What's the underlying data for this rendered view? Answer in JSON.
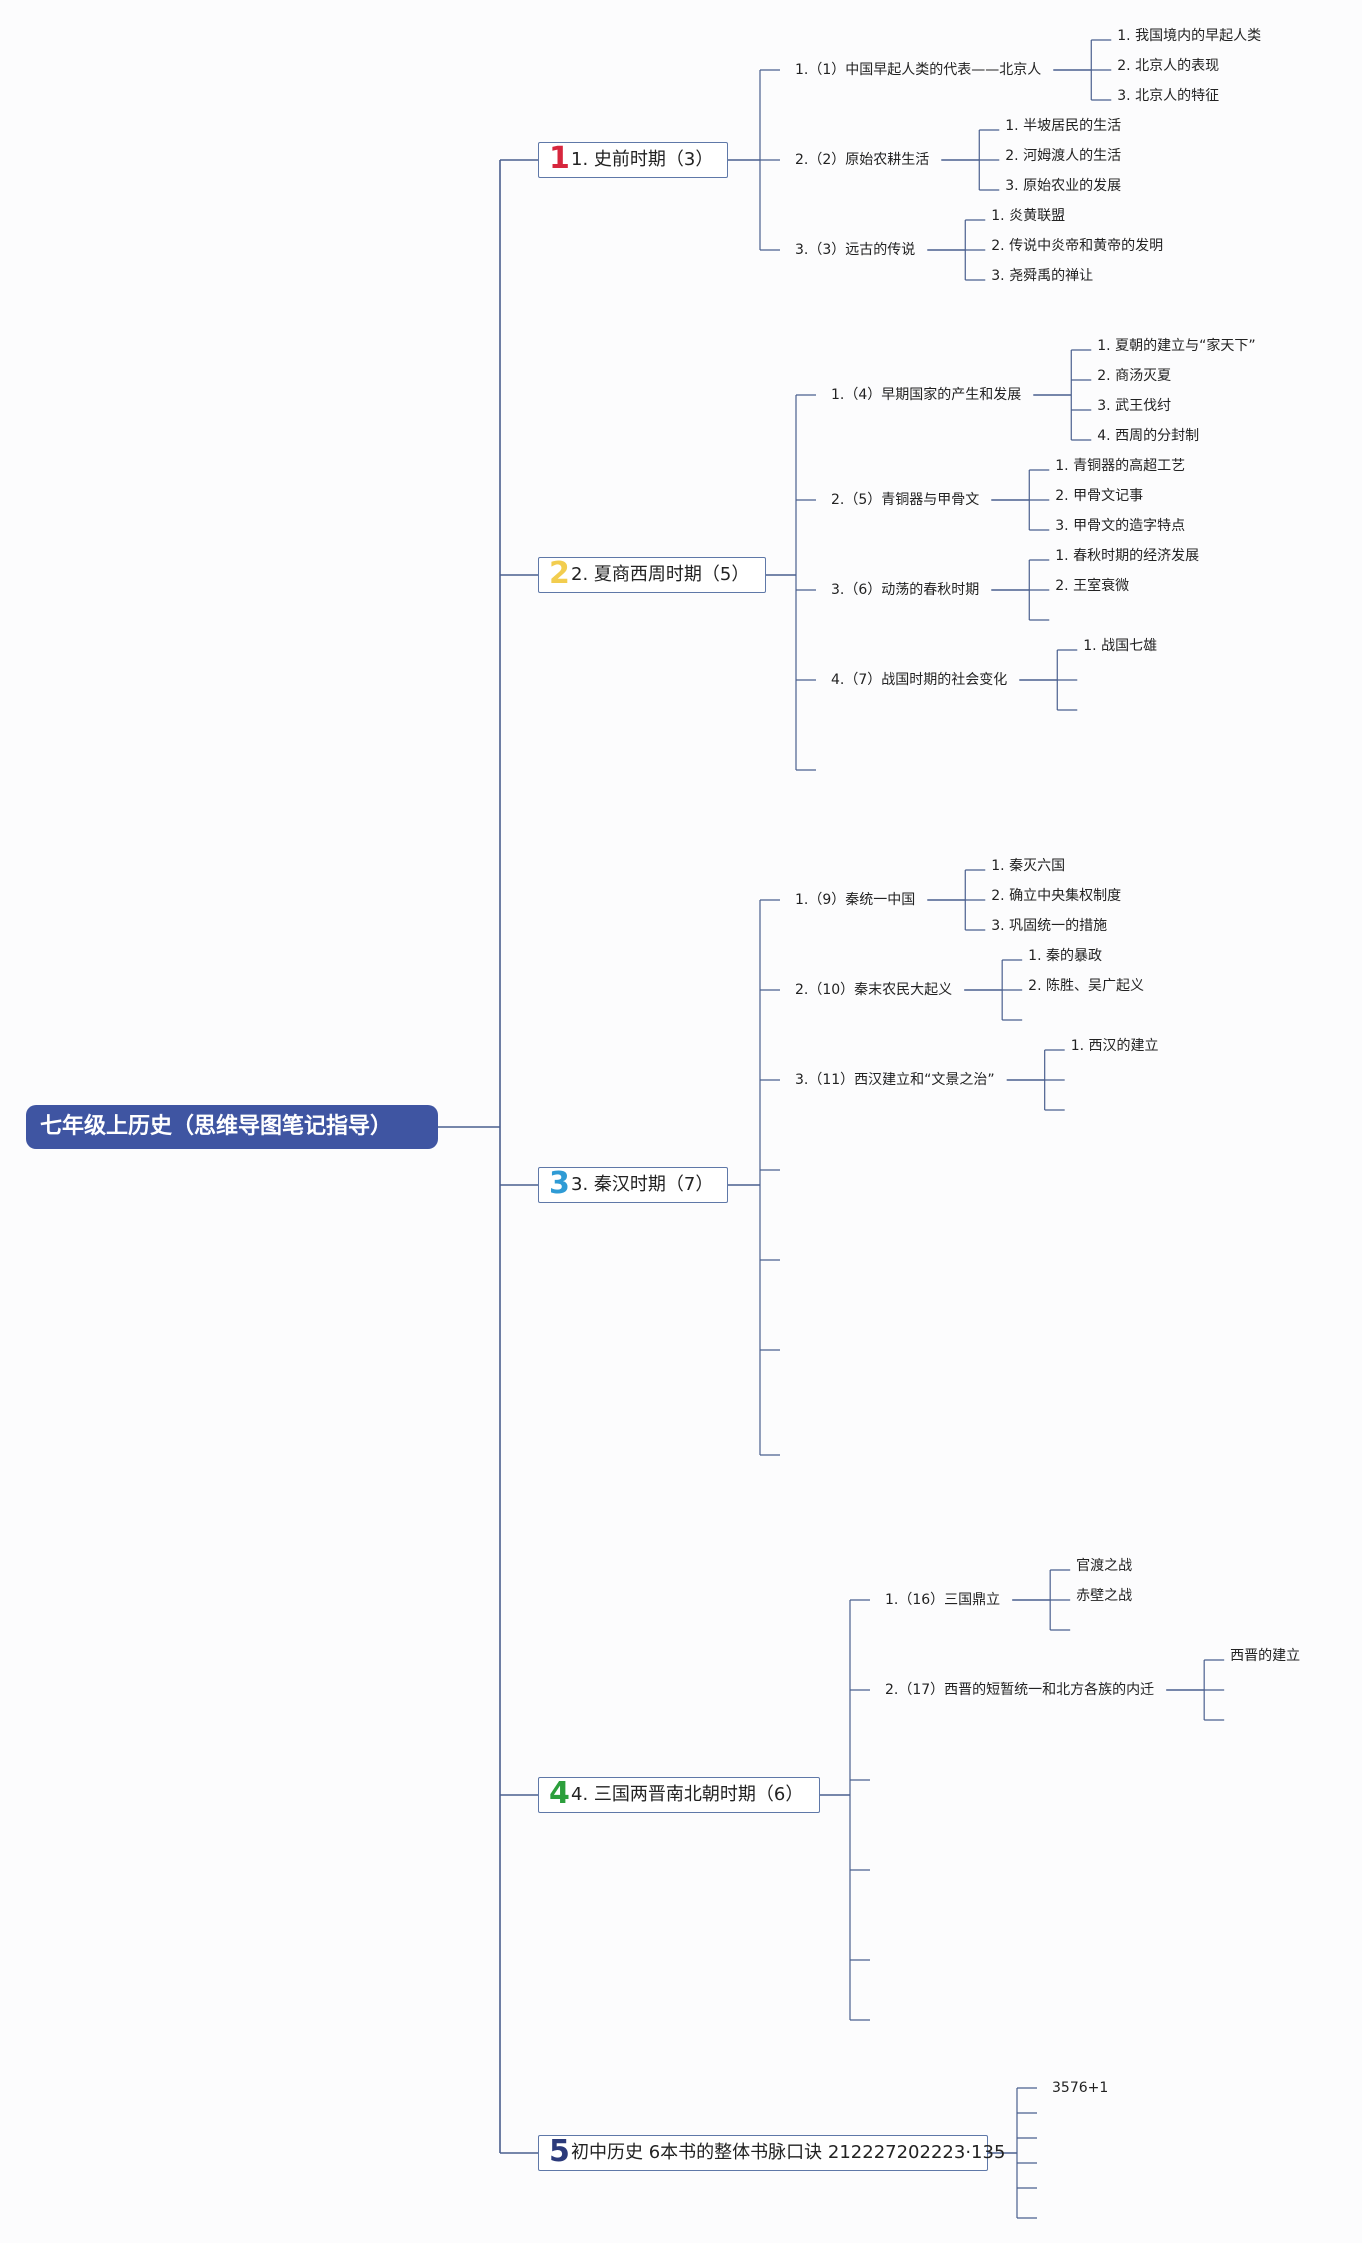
{
  "root": {
    "title": "七年级上历史（思维导图笔记指导）"
  },
  "sections": [
    {
      "num": "1",
      "label": "1. 史前时期（3）",
      "topics": [
        {
          "label": "1.（1）中国早起人类的代表——北京人",
          "subs": [
            "1. 我国境内的早起人类",
            "2. 北京人的表现",
            "3. 北京人的特征"
          ]
        },
        {
          "label": "2.（2）原始农耕生活",
          "subs": [
            "1. 半坡居民的生活",
            "2. 河姆渡人的生活",
            "3. 原始农业的发展"
          ]
        },
        {
          "label": "3.（3）远古的传说",
          "subs": [
            "1. 炎黄联盟",
            "2. 传说中炎帝和黄帝的发明",
            "3. 尧舜禹的禅让"
          ]
        }
      ]
    },
    {
      "num": "2",
      "label": "2. 夏商西周时期（5）",
      "topics": [
        {
          "label": "1.（4）早期国家的产生和发展",
          "subs": [
            "1. 夏朝的建立与“家天下”",
            "2. 商汤灭夏",
            "3. 武王伐纣",
            "4. 西周的分封制"
          ]
        },
        {
          "label": "2.（5）青铜器与甲骨文",
          "subs": [
            "1. 青铜器的高超工艺",
            "2. 甲骨文记事",
            "3. 甲骨文的造字特点"
          ]
        },
        {
          "label": "3.（6）动荡的春秋时期",
          "subs": [
            "1. 春秋时期的经济发展",
            "2. 王室衰微",
            ""
          ]
        },
        {
          "label": "4.（7）战国时期的社会变化",
          "subs": [
            "1. 战国七雄",
            "",
            ""
          ]
        },
        {
          "label": "",
          "subs": []
        }
      ]
    },
    {
      "num": "3",
      "label": "3. 秦汉时期（7）",
      "topics": [
        {
          "label": "1.（9）秦统一中国",
          "subs": [
            "1. 秦灭六国",
            "2. 确立中央集权制度",
            "3. 巩固统一的措施"
          ]
        },
        {
          "label": "2.（10）秦末农民大起义",
          "subs": [
            "1. 秦的暴政",
            "2. 陈胜、吴广起义",
            ""
          ]
        },
        {
          "label": "3.（11）西汉建立和“文景之治”",
          "subs": [
            "1. 西汉的建立",
            "",
            ""
          ]
        },
        {
          "label": "",
          "subs": []
        },
        {
          "label": "",
          "subs": []
        },
        {
          "label": "",
          "subs": []
        },
        {
          "label": "",
          "subs": []
        }
      ]
    },
    {
      "num": "4",
      "label": "4. 三国两晋南北朝时期（6）",
      "topics": [
        {
          "label": "1.（16）三国鼎立",
          "subs": [
            "官渡之战",
            "赤壁之战",
            ""
          ]
        },
        {
          "label": "2.（17）西晋的短暂统一和北方各族的内迁",
          "subs": [
            "西晋的建立",
            "",
            ""
          ]
        },
        {
          "label": "",
          "subs": []
        },
        {
          "label": "",
          "subs": []
        },
        {
          "label": "",
          "subs": []
        },
        {
          "label": "",
          "subs": []
        }
      ]
    },
    {
      "num": "5",
      "label": "初中历史 6本书的整体书脉口诀 212227202223·135",
      "topics": [
        {
          "label": "3576+1",
          "subs": []
        },
        {
          "label": "",
          "subs": []
        },
        {
          "label": "",
          "subs": []
        },
        {
          "label": "",
          "subs": []
        },
        {
          "label": "",
          "subs": []
        },
        {
          "label": "",
          "subs": []
        }
      ]
    }
  ],
  "colors": {
    "line": "#4a5f8e",
    "root_fill": "#3f55a2",
    "box_border": "#5f78a8"
  }
}
